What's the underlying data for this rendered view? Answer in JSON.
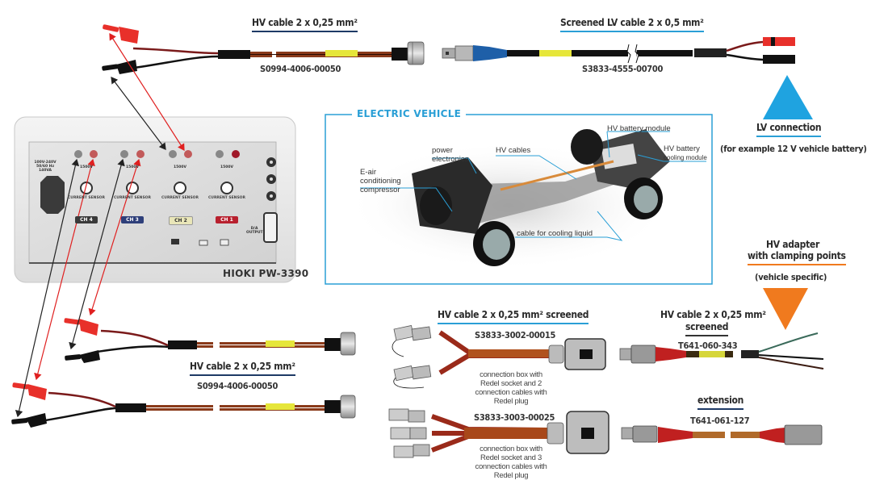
{
  "diagram": {
    "cables": {
      "hv_top": {
        "title": "HV cable 2 x 0,25 mm²",
        "part_no": "S0994-4006-00050"
      },
      "lv_screened": {
        "title": "Screened LV cable 2 x 0,5 mm²",
        "part_no": "S3833-4555-00700"
      },
      "hv_middle": {
        "title": "HV cable 2 x 0,25 mm²",
        "part_no": "S0994-4006-00050"
      },
      "hv_screened_box2": {
        "title": "HV cable 2 x 0,25 mm² screened",
        "part_no": "S3833-3002-00015",
        "note": "connection box with Redel socket and 2 connection cables with Redel plug"
      },
      "hv_screened_box3": {
        "part_no": "S3833-3003-00025",
        "note": "connection box with Redel socket and 3 connection cables with Redel plug"
      },
      "hv_screened_right": {
        "title_line1": "HV cable 2 x 0,25 mm²",
        "title_line2": "screened",
        "part_no": "T641-060-343"
      },
      "extension": {
        "title": "extension",
        "part_no": "T641-061-127"
      }
    },
    "lv_connection": {
      "title": "LV connection",
      "subtitle": "(for example 12 V vehicle battery)",
      "marker_color": "#1fa3e0"
    },
    "hv_adapter": {
      "title_line1": "HV adapter",
      "title_line2": "with clamping points",
      "subtitle": "(vehicle specific)",
      "marker_color": "#f07a1e"
    },
    "electric_vehicle": {
      "title": "ELECTRIC VEHICLE",
      "callouts": {
        "power_electronics": [
          "power",
          "electronics"
        ],
        "e_air": [
          "E-air",
          "conditioning",
          "compressor"
        ],
        "hv_cables": "HV cables",
        "hv_battery_module": "HV battery module",
        "hv_battery_cooling": [
          "HV battery",
          "cooling module"
        ],
        "cooling_liquid": "cable for cooling liquid"
      }
    },
    "device": {
      "model": "HIOKI PW-3390",
      "channels": [
        {
          "label": "CH 4",
          "color": "#3a3a3a"
        },
        {
          "label": "CH 3",
          "color": "#2e3f7a"
        },
        {
          "label": "CH 2",
          "color": "#e9e6b8"
        },
        {
          "label": "CH 1",
          "color": "#b8202e"
        }
      ],
      "current_sensor_label": "CURRENT SENSOR",
      "voltage_rating": "1500V",
      "power_label": "100V-240V 50/60 Hz 140VA",
      "da_output_label": "D/A OUTPUT"
    },
    "colors": {
      "accent_blue": "#2a9fd6",
      "lead_red": "#e8302a",
      "cable_brown": "#8a3a1a",
      "sleeve_yellow": "#e6e63a"
    }
  }
}
